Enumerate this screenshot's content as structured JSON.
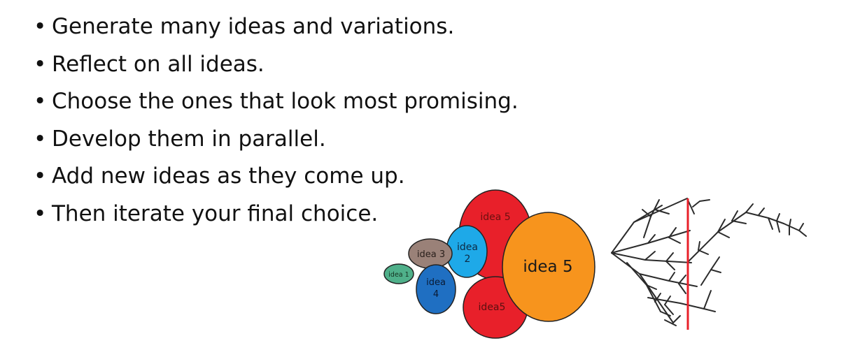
{
  "bullets": [
    "Generate many ideas and variations.",
    "Reflect on all ideas.",
    "Choose the ones that look most promising.",
    "Develop them in parallel.",
    "Add new ideas as they come up.",
    "Then iterate your final choice."
  ],
  "bubbles": {
    "top_red": {
      "label": "idea 5",
      "color": "#e8202a"
    },
    "bottom_red": {
      "label": "idea5",
      "color": "#e8202a"
    },
    "big_orange": {
      "label": "idea 5",
      "color": "#f7941d"
    },
    "cyan": {
      "line1": "idea",
      "line2": "2",
      "color": "#1ea9e8"
    },
    "brown": {
      "label": "idea 3",
      "color": "#9a8178"
    },
    "teal": {
      "label": "idea 1",
      "color": "#4fb08a"
    },
    "blue": {
      "line1": "idea",
      "line2": "4",
      "color": "#1f6fc2"
    }
  },
  "colors": {
    "tree_branch": "#2b2b2b",
    "divider_line": "#e8202a",
    "text": "#111111"
  }
}
